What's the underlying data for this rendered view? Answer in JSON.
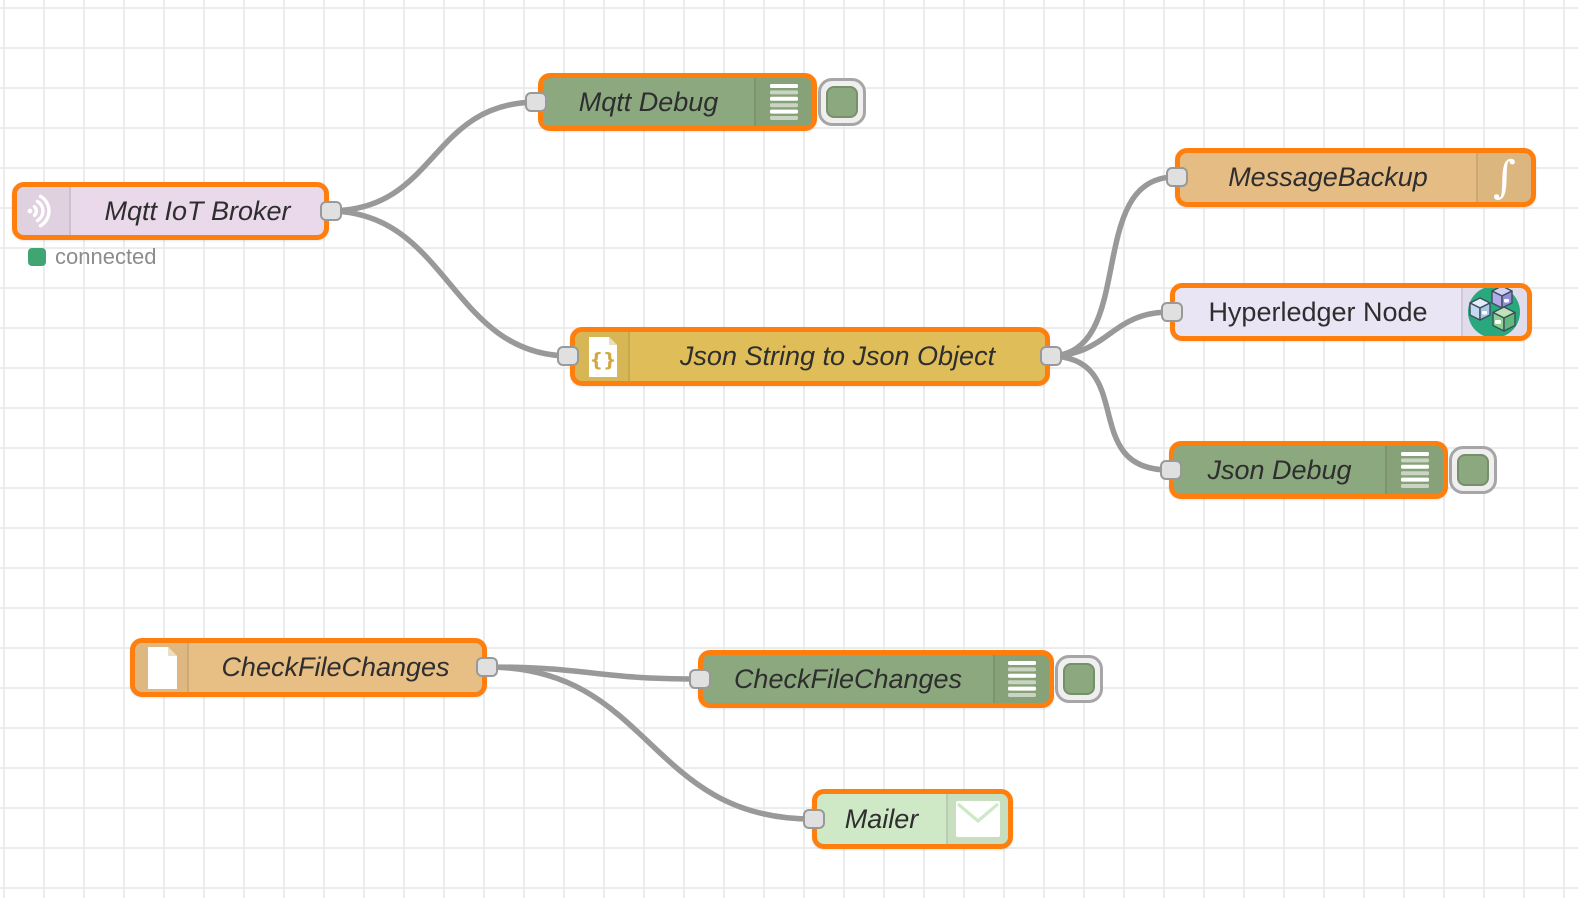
{
  "canvas": {
    "grid_size": 40,
    "background": "#ffffff",
    "grid_line_color": "#ececec"
  },
  "palette": {
    "selection_border": "#ff7f0e",
    "wire": "#999999",
    "port_fill": "#e0e0e0",
    "port_border": "#999999",
    "status_connected": "#3fa573"
  },
  "nodes": {
    "mqtt_broker": {
      "label": "Mqtt IoT Broker",
      "type": "mqtt-in",
      "color": "#e9d9ea",
      "icon": "wifi-signal-icon",
      "status": {
        "text": "connected",
        "color": "#3fa573"
      }
    },
    "mqtt_debug": {
      "label": "Mqtt Debug",
      "type": "debug",
      "color": "#8ca87e",
      "icon": "debug-list-icon"
    },
    "json_converter": {
      "label": "Json String to Json Object",
      "type": "json",
      "color": "#dfbe59",
      "icon": "json-file-icon"
    },
    "message_backup": {
      "label": "MessageBackup",
      "type": "function",
      "color": "#e5bd84",
      "icon": "function-icon"
    },
    "hyperledger": {
      "label": "Hyperledger Node",
      "type": "hyperledger",
      "color": "#e9e5f5",
      "icon": "hyperledger-cubes-icon"
    },
    "json_debug": {
      "label": "Json Debug",
      "type": "debug",
      "color": "#8ca87e",
      "icon": "debug-list-icon"
    },
    "file_watch": {
      "label": "CheckFileChanges",
      "type": "file-in",
      "color": "#e7bf85",
      "icon": "file-icon"
    },
    "file_debug": {
      "label": "CheckFileChanges",
      "type": "debug",
      "color": "#8ca87e",
      "icon": "debug-list-icon"
    },
    "mailer": {
      "label": "Mailer",
      "type": "email",
      "color": "#cfe8c5",
      "icon": "envelope-icon"
    }
  },
  "wires": [
    {
      "from": "mqtt_broker",
      "to": "mqtt_debug"
    },
    {
      "from": "mqtt_broker",
      "to": "json_converter"
    },
    {
      "from": "json_converter",
      "to": "message_backup"
    },
    {
      "from": "json_converter",
      "to": "hyperledger"
    },
    {
      "from": "json_converter",
      "to": "json_debug"
    },
    {
      "from": "file_watch",
      "to": "file_debug"
    },
    {
      "from": "file_watch",
      "to": "mailer"
    }
  ]
}
